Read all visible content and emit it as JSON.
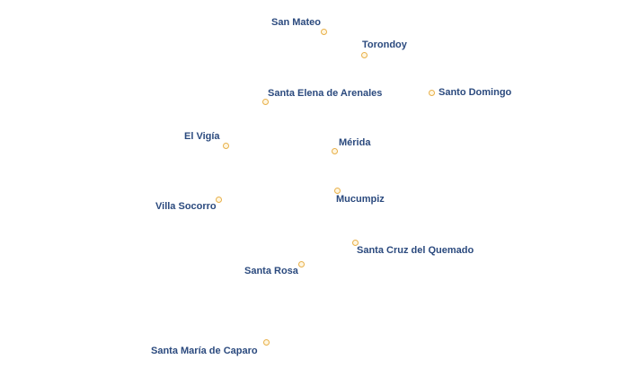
{
  "map": {
    "places": [
      {
        "name": "San Mateo"
      },
      {
        "name": "Torondoy"
      },
      {
        "name": "Santa Elena de Arenales"
      },
      {
        "name": "Santo Domingo"
      },
      {
        "name": "El Vigía"
      },
      {
        "name": "Mérida"
      },
      {
        "name": "Mucumpiz"
      },
      {
        "name": "Villa Socorro"
      },
      {
        "name": "Santa Cruz del Quemado"
      },
      {
        "name": "Santa Rosa"
      },
      {
        "name": "Santa María de Caparo"
      }
    ]
  },
  "colors": {
    "label_text": "#2b4a7e",
    "label_halo": "#ffffff",
    "marker_stroke": "#e8b04a",
    "marker_fill": "#fff6e0",
    "background": "#ffffff"
  }
}
